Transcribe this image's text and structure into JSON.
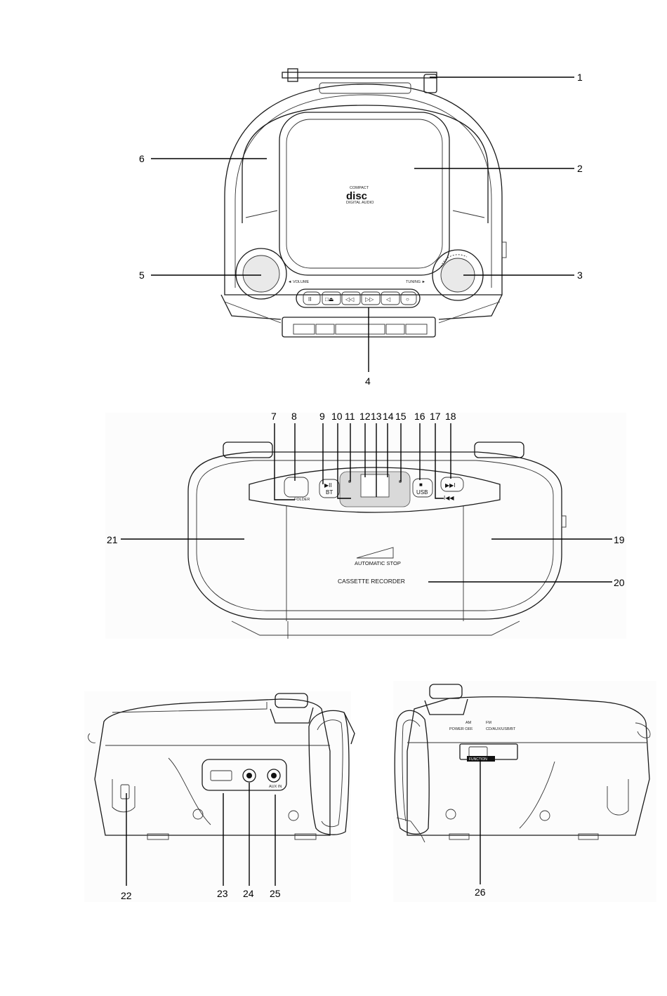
{
  "top_view": {
    "disc_logo": [
      "COMPACT",
      "disc",
      "DIGITAL AUDIO"
    ],
    "volume_label": "◄ VOLUME",
    "tuning_label": "TUNING ►",
    "callouts": [
      "1",
      "2",
      "3",
      "4",
      "5",
      "6"
    ]
  },
  "front_view": {
    "automatic_stop": "AUTOMATIC STOP",
    "cassette_recorder": "CASSETTE RECORDER",
    "folder_label": "FOLDER",
    "bt_label": "BT",
    "usb_label": "USB",
    "callouts": [
      "7",
      "8",
      "9",
      "10",
      "11",
      "12",
      "13",
      "14",
      "15",
      "16",
      "17",
      "18",
      "19",
      "20",
      "21"
    ]
  },
  "side_views": {
    "aux_in_label": "AUX IN",
    "function_positions": [
      "AM",
      "FM",
      "POWER OFF",
      "CD/AUX/USB/BT"
    ],
    "function_label": "FUNCTION",
    "callouts": [
      "22",
      "23",
      "24",
      "25",
      "26"
    ]
  }
}
